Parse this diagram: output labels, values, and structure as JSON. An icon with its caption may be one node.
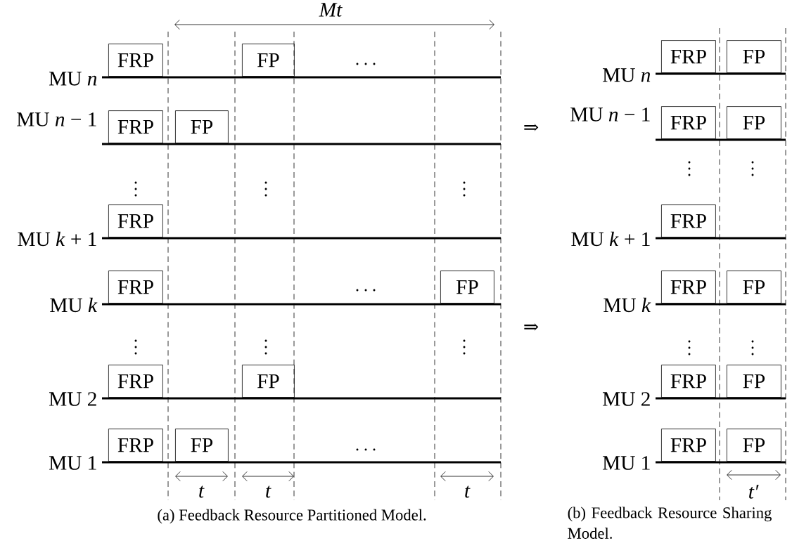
{
  "diagram": {
    "nodes": [
      {
        "text": [
          "FRP"
        ]
      },
      {
        "text": [
          "FP"
        ]
      },
      {
        "text": [
          "FRP"
        ]
      },
      {
        "text": [
          "FP"
        ]
      },
      {
        "text": [
          "FRP"
        ]
      },
      {
        "text": [
          "FRP"
        ]
      },
      {
        "text": [
          "FP"
        ]
      },
      {
        "text": [
          "FRP"
        ]
      },
      {
        "text": [
          "FP"
        ]
      },
      {
        "text": [
          "FRP"
        ]
      },
      {
        "text": [
          "FP"
        ]
      },
      {
        "text": [
          "FRP"
        ]
      },
      {
        "text": [
          "FP"
        ]
      },
      {
        "text": [
          "FRP"
        ]
      },
      {
        "text": [
          "FP"
        ]
      },
      {
        "text": [
          "FRP"
        ]
      },
      {
        "text": [
          "FRP"
        ]
      },
      {
        "text": [
          "FP"
        ]
      },
      {
        "text": [
          "FRP"
        ]
      },
      {
        "text": [
          "FP"
        ]
      },
      {
        "text": [
          "FRP"
        ]
      },
      {
        "text": [
          "FP"
        ]
      }
    ],
    "labels": [
      "Mt",
      "MU *n*",
      "MU *n* − 1",
      "MU *k* + 1",
      "MU *k*",
      "MU 2",
      "MU 1",
      "t",
      "t",
      "t",
      "⇒",
      "⇒",
      "MU *n*",
      "MU *n* − 1",
      "MU *k* + 1",
      "MU *k*",
      "MU 2",
      "MU 1",
      "t′",
      "(a) Feedback Resource Partitioned Model.",
      "(b) Feedback Resource Sharing Model."
    ]
  }
}
